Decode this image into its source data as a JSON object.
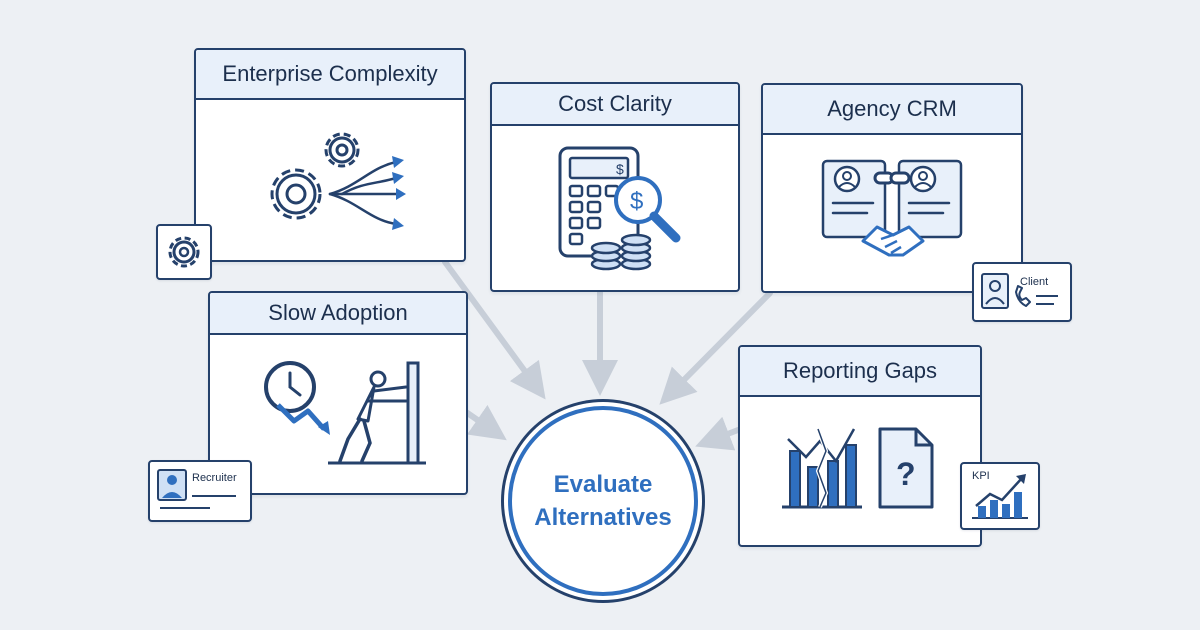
{
  "colors": {
    "background": "#edf0f4",
    "navy": "#25416b",
    "accent_blue": "#2f6fbf",
    "header_fill": "#e8f0fa",
    "arrow_gray": "#c7ced8"
  },
  "center": {
    "line1": "Evaluate",
    "line2": "Alternatives"
  },
  "cards": {
    "enterprise": {
      "title": "Enterprise Complexity",
      "icon": "gears-branching-arrows-icon"
    },
    "cost": {
      "title": "Cost Clarity",
      "icon": "calculator-magnifier-coins-icon"
    },
    "agency": {
      "title": "Agency CRM",
      "icon": "linked-profiles-handshake-icon"
    },
    "slow": {
      "title": "Slow Adoption",
      "icon": "clock-decline-person-pushing-wall-icon"
    },
    "reporting": {
      "title": "Reporting Gaps",
      "icon": "broken-chart-question-document-icon"
    }
  },
  "badges": {
    "gear": {
      "icon": "gear-icon"
    },
    "client": {
      "label": "Client",
      "icon": "client-contact-card-icon"
    },
    "recruiter": {
      "label": "Recruiter",
      "icon": "recruiter-id-card-icon"
    },
    "kpi": {
      "label": "KPI",
      "icon": "kpi-chart-icon"
    }
  }
}
